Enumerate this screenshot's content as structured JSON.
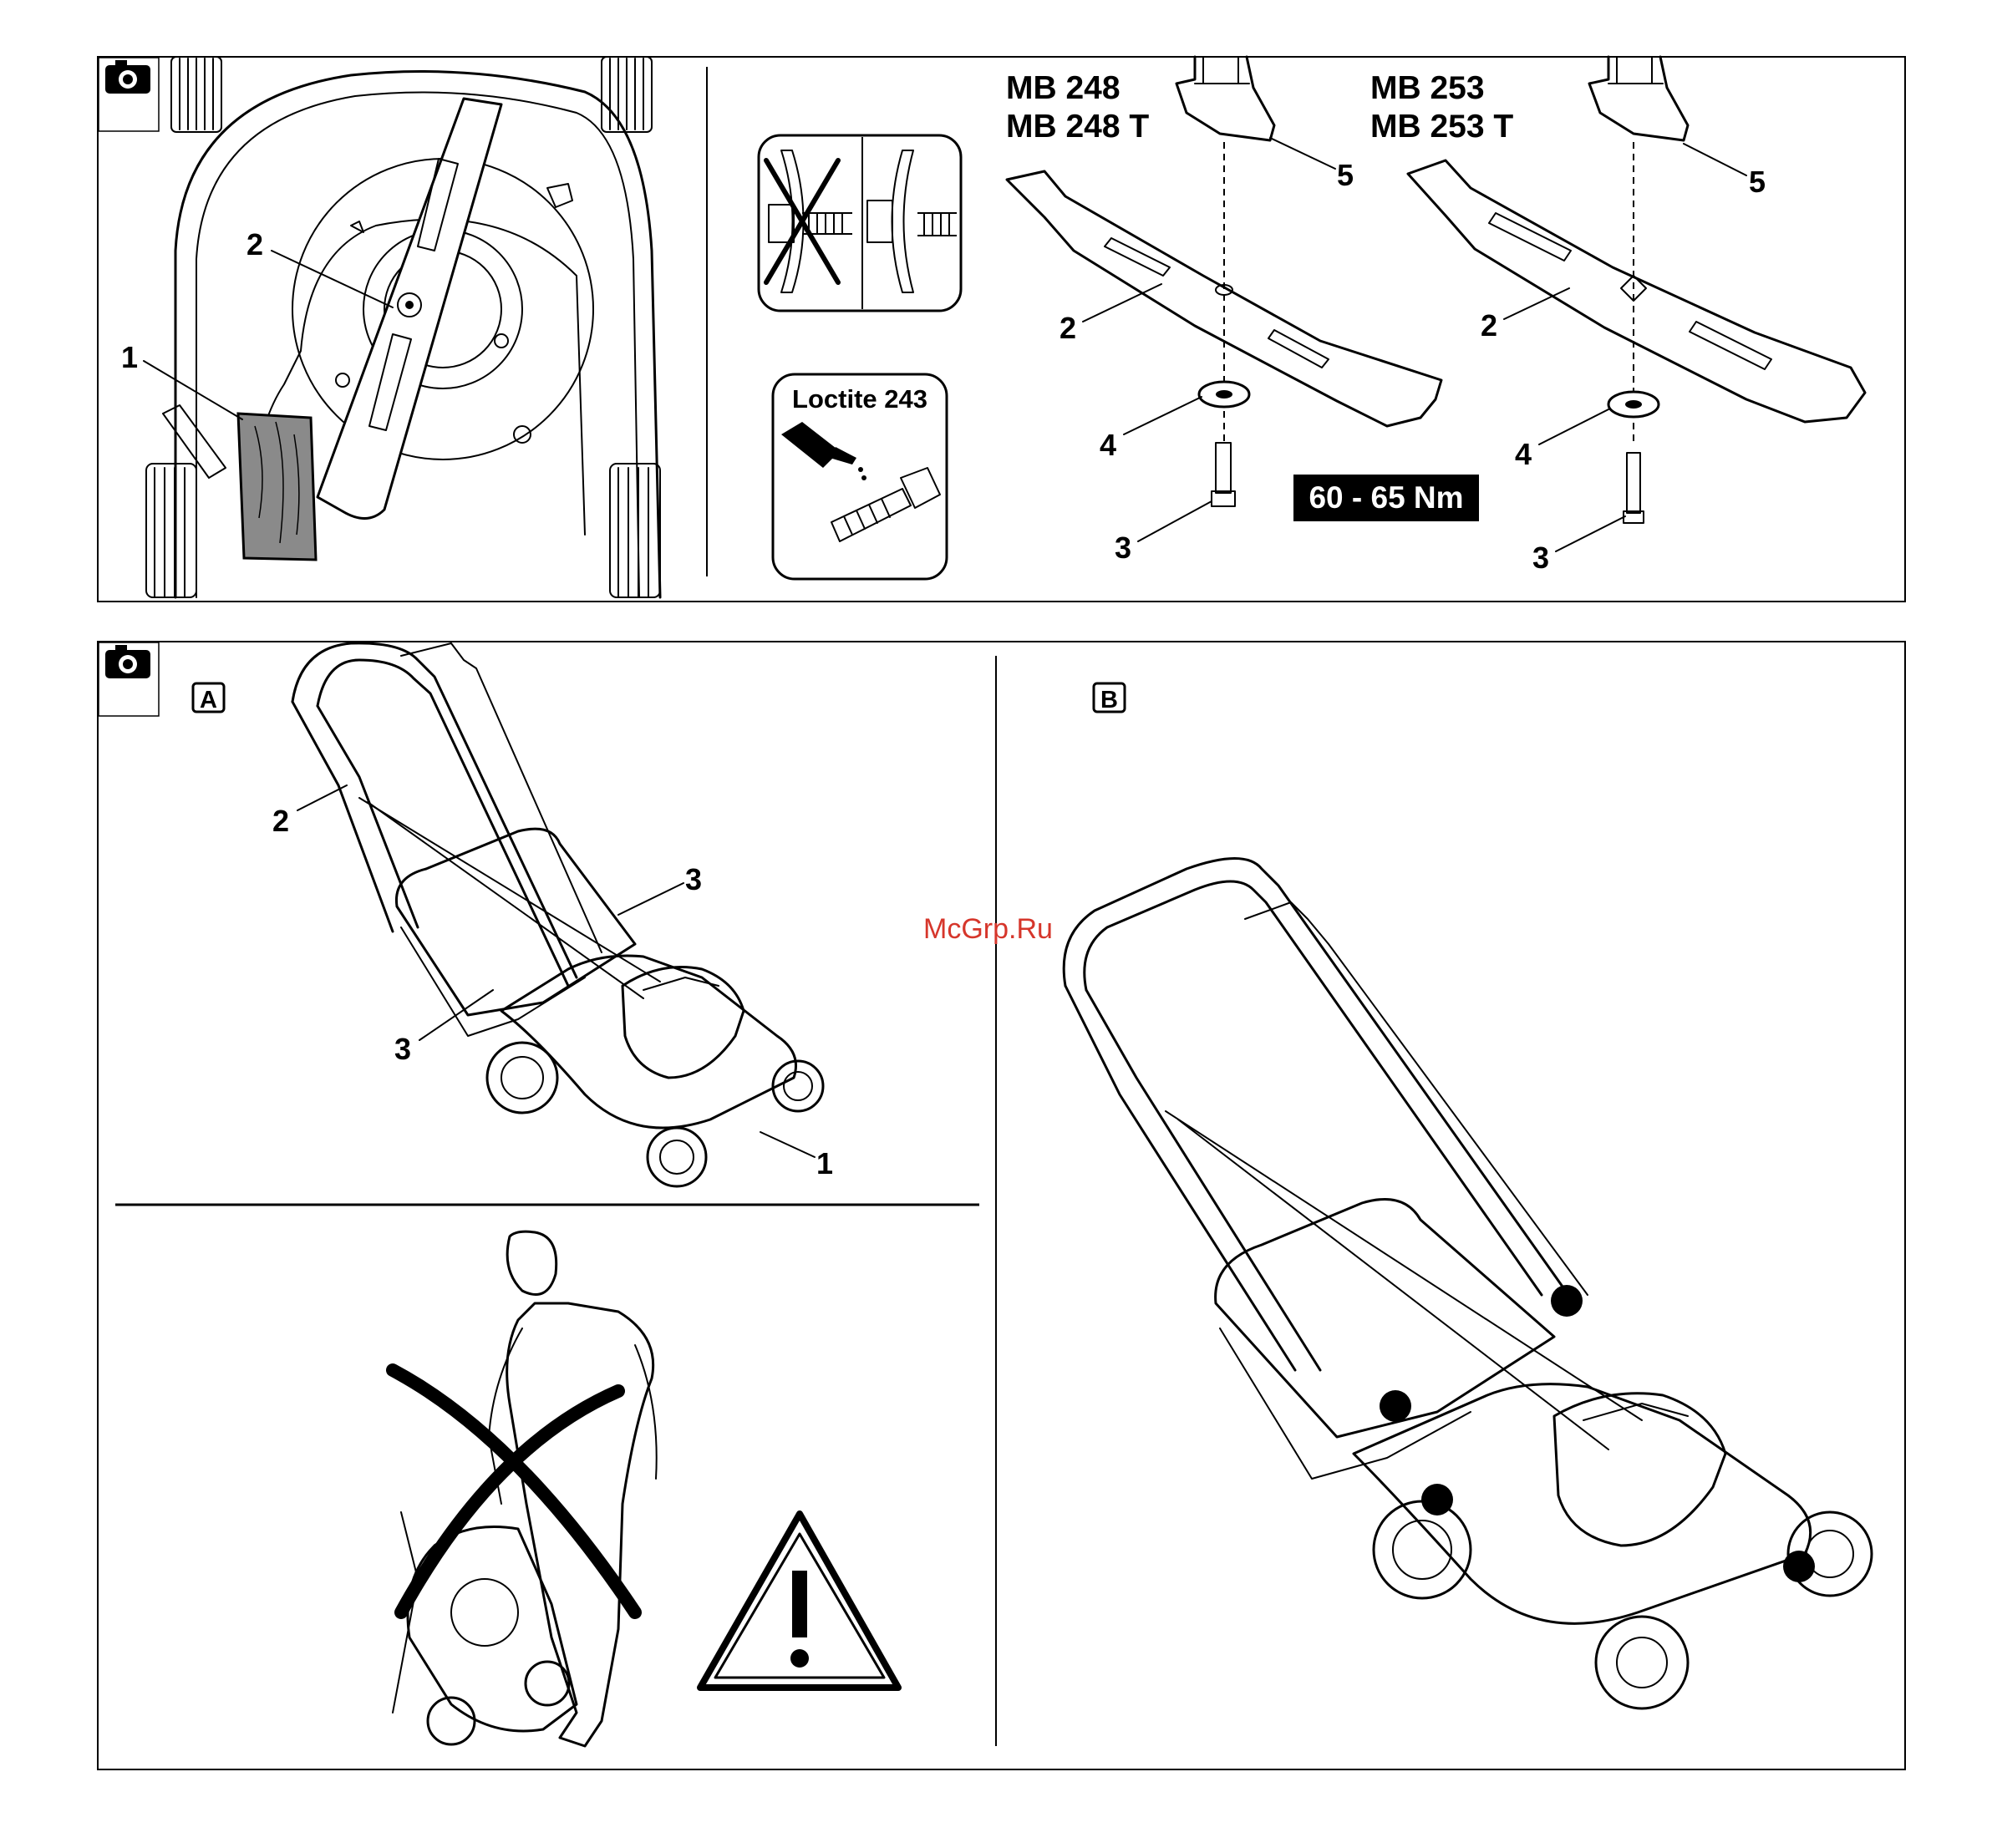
{
  "panel_top": {
    "callouts": {
      "cloth": "1",
      "blade_under": "2",
      "bolt_248": "3",
      "washer_248": "4",
      "hub_248": "5",
      "blade_248": "2",
      "bolt_253": "3",
      "washer_253": "4",
      "hub_253": "5",
      "blade_253": "2"
    },
    "model_left_1": "MB 248",
    "model_left_2": "MB 248 T",
    "model_right_1": "MB 253",
    "model_right_2": "MB 253 T",
    "adhesive_label": "Loctite 243",
    "torque_label": "60 - 65 Nm"
  },
  "panel_bottom": {
    "section_a": "A",
    "section_b": "B",
    "callouts_a": {
      "deck": "1",
      "handle_knob": "2",
      "clamp_upper": "3",
      "clamp_lower": "3"
    }
  },
  "watermark": "McGrp.Ru",
  "icons": [
    "camera-icon",
    "warning-triangle-icon",
    "prohibited-cross-icon",
    "adhesive-bottle-icon"
  ]
}
